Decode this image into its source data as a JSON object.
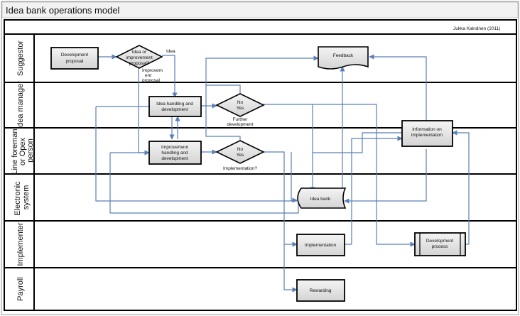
{
  "title": "Idea bank operations model",
  "author_credit": "Jukka Kalndnen (2011)",
  "lanes": [
    "Suggestor",
    "Idea manager",
    "Line foreman or Opex person",
    "Electronic system",
    "Implementer",
    "Payroll"
  ],
  "nodes": {
    "development_proposal": [
      "Development",
      "proposal"
    ],
    "idea_or_improvement": [
      "Idea or",
      "improvement",
      "proposal?"
    ],
    "idea_label": "Idea",
    "improvement_label": [
      "Improvem",
      "ent",
      "proposal"
    ],
    "feedback": "Feedback",
    "idea_handling": [
      "Idea handling and",
      "development"
    ],
    "further_dev_decision": [
      "No",
      "Yes"
    ],
    "further_dev_label": [
      "Further",
      "development"
    ],
    "improvement_handling": [
      "Improvement",
      "handling and",
      "development"
    ],
    "implementation_decision": [
      "No",
      "Yes"
    ],
    "implementation_label": "Implementation?",
    "information_impl": [
      "Information on",
      "implementation"
    ],
    "idea_bank": "Idea bank",
    "implementation": "Implementation",
    "development_process": [
      "Development",
      "process"
    ],
    "rewarding": "Rewarding"
  },
  "colors": {
    "arrow": "#5a7fb8",
    "box_fill": "#e6e6e6",
    "title_bg": "#f2f2f2",
    "border": "#000000"
  }
}
